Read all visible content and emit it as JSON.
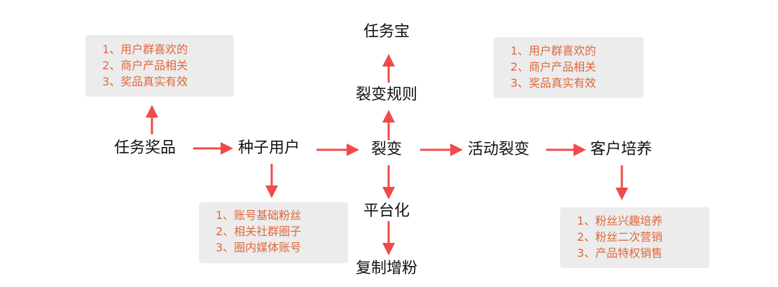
{
  "colors": {
    "arrow": "#f24a4a",
    "box_bg": "#ececec",
    "box_text": "#e0673c",
    "node_text": "#111111"
  },
  "nodes": {
    "task_prize": "任务奖品",
    "seed_user": "种子用户",
    "fission": "裂变",
    "activity_fission": "活动裂变",
    "customer_cultivation": "客户培养",
    "fission_rules": "裂变规则",
    "task_treasure": "任务宝",
    "platform": "平台化",
    "copy_growth": "复制增粉"
  },
  "boxes": {
    "prize_criteria": [
      "1、用户群喜欢的",
      "2、商户产品相关",
      "3、奖品真实有效"
    ],
    "rule_criteria": [
      "1、用户群喜欢的",
      "2、商户产品相关",
      "3、奖品真实有效"
    ],
    "seed_sources": [
      "1、账号基础粉丝",
      "2、相关社群圈子",
      "3、圈内媒体账号"
    ],
    "cultivation_steps": [
      "1、粉丝兴趣培养",
      "2、粉丝二次营销",
      "3、产品特权销售"
    ]
  }
}
